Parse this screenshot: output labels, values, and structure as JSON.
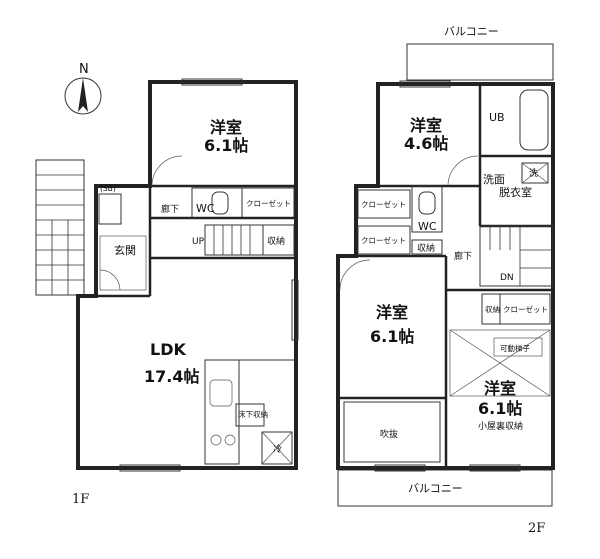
{
  "floor1": {
    "level": "1F",
    "room_bed": {
      "name": "洋室",
      "size": "6.1帖"
    },
    "ldk": {
      "name": "LDK",
      "size": "17.4帖"
    },
    "hall": "廊下",
    "entrance": "玄関",
    "wc": "WC",
    "closet": "クローゼット",
    "storage": "収納",
    "up": "UP",
    "floor_storage": "床下収納",
    "fridge": "冷",
    "shoe": "(SB)"
  },
  "floor2": {
    "level": "2F",
    "balcony_top": "バルコニー",
    "balcony_bottom": "バルコニー",
    "room_a": {
      "name": "洋室",
      "size": "4.6帖"
    },
    "room_b": {
      "name": "洋室",
      "size": "6.1帖"
    },
    "room_c": {
      "name": "洋室",
      "size": "6.1帖",
      "note": "小屋裏収納"
    },
    "ub": "UB",
    "washroom_1": "洗面",
    "washroom_2": "脱衣室",
    "wash": "洗",
    "wc": "WC",
    "closet_1": "クローゼット",
    "closet_2": "クローゼット",
    "closet_3": "クローゼット",
    "storage_1": "収納",
    "storage_2": "収納",
    "hall": "廊下",
    "dn": "DN",
    "void": "吹抜",
    "ladder": "可動梯子"
  },
  "compass": {
    "label": "N"
  }
}
